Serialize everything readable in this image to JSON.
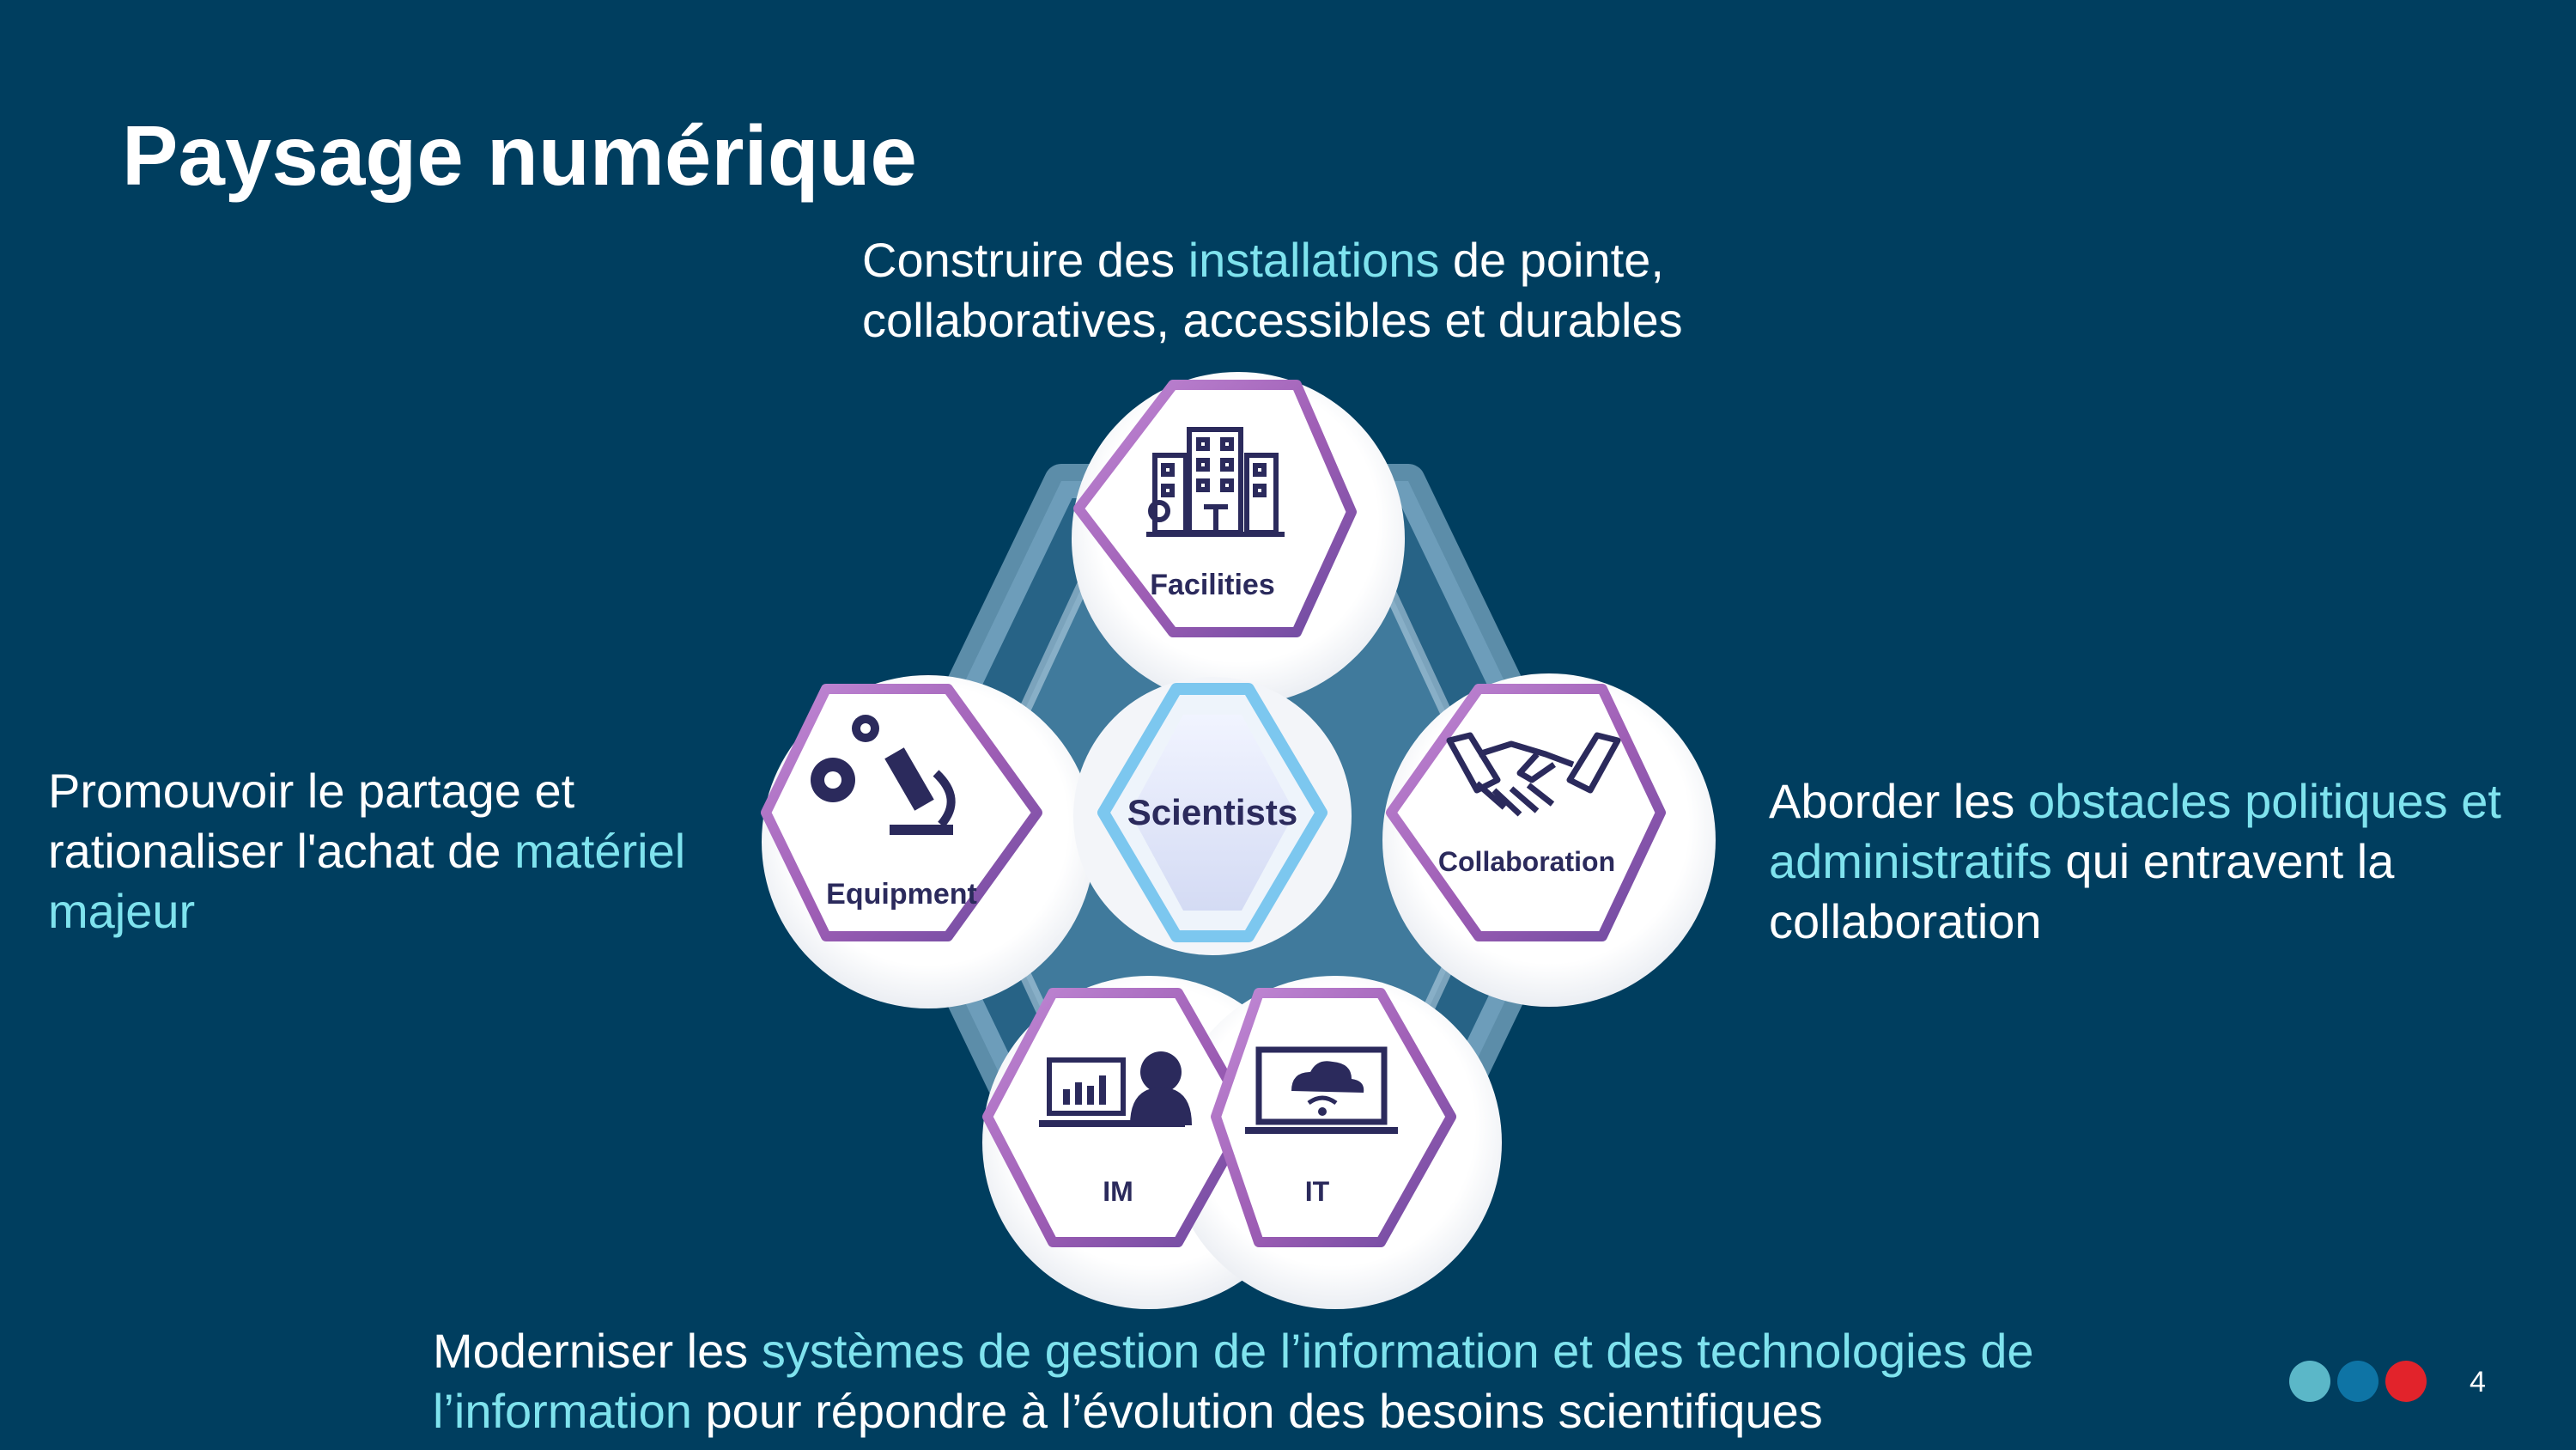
{
  "slide": {
    "title": "Paysage numérique",
    "page_number": "4"
  },
  "top_text": {
    "pre": "Construire des ",
    "highlight": "installations",
    "post": " de pointe, collaboratives, accessibles et durables"
  },
  "left_text": {
    "pre": "Promouvoir le partage et rationaliser l'achat de ",
    "highlight": "matériel majeur",
    "post": ""
  },
  "right_text": {
    "pre": "Aborder les ",
    "highlight": "obstacles politiques et administratifs",
    "post": " qui entravent la collaboration"
  },
  "bottom_text": {
    "pre": "Moderniser les ",
    "highlight": "systèmes de gestion de l’information et des technologies de l’information",
    "post": " pour répondre à l’évolution des besoins scientifiques"
  },
  "diagram": {
    "center": "Scientists",
    "nodes": {
      "facilities": "Facilities",
      "equipment": "Equipment",
      "collaboration": "Collaboration",
      "im": "IM",
      "it": "IT"
    },
    "icons": {
      "facilities": "building-icon",
      "equipment": "microscope-gears-icon",
      "collaboration": "handshake-icon",
      "im": "user-at-dashboard-icon",
      "it": "cloud-laptop-icon"
    }
  },
  "colors": {
    "background": "#003e5f",
    "highlight": "#7fe3ee",
    "hex_border": "#9c5bb0",
    "icon": "#2b2a5c",
    "dot_1": "#5bb7c8",
    "dot_2": "#0e74a5",
    "dot_3": "#e2232b"
  }
}
